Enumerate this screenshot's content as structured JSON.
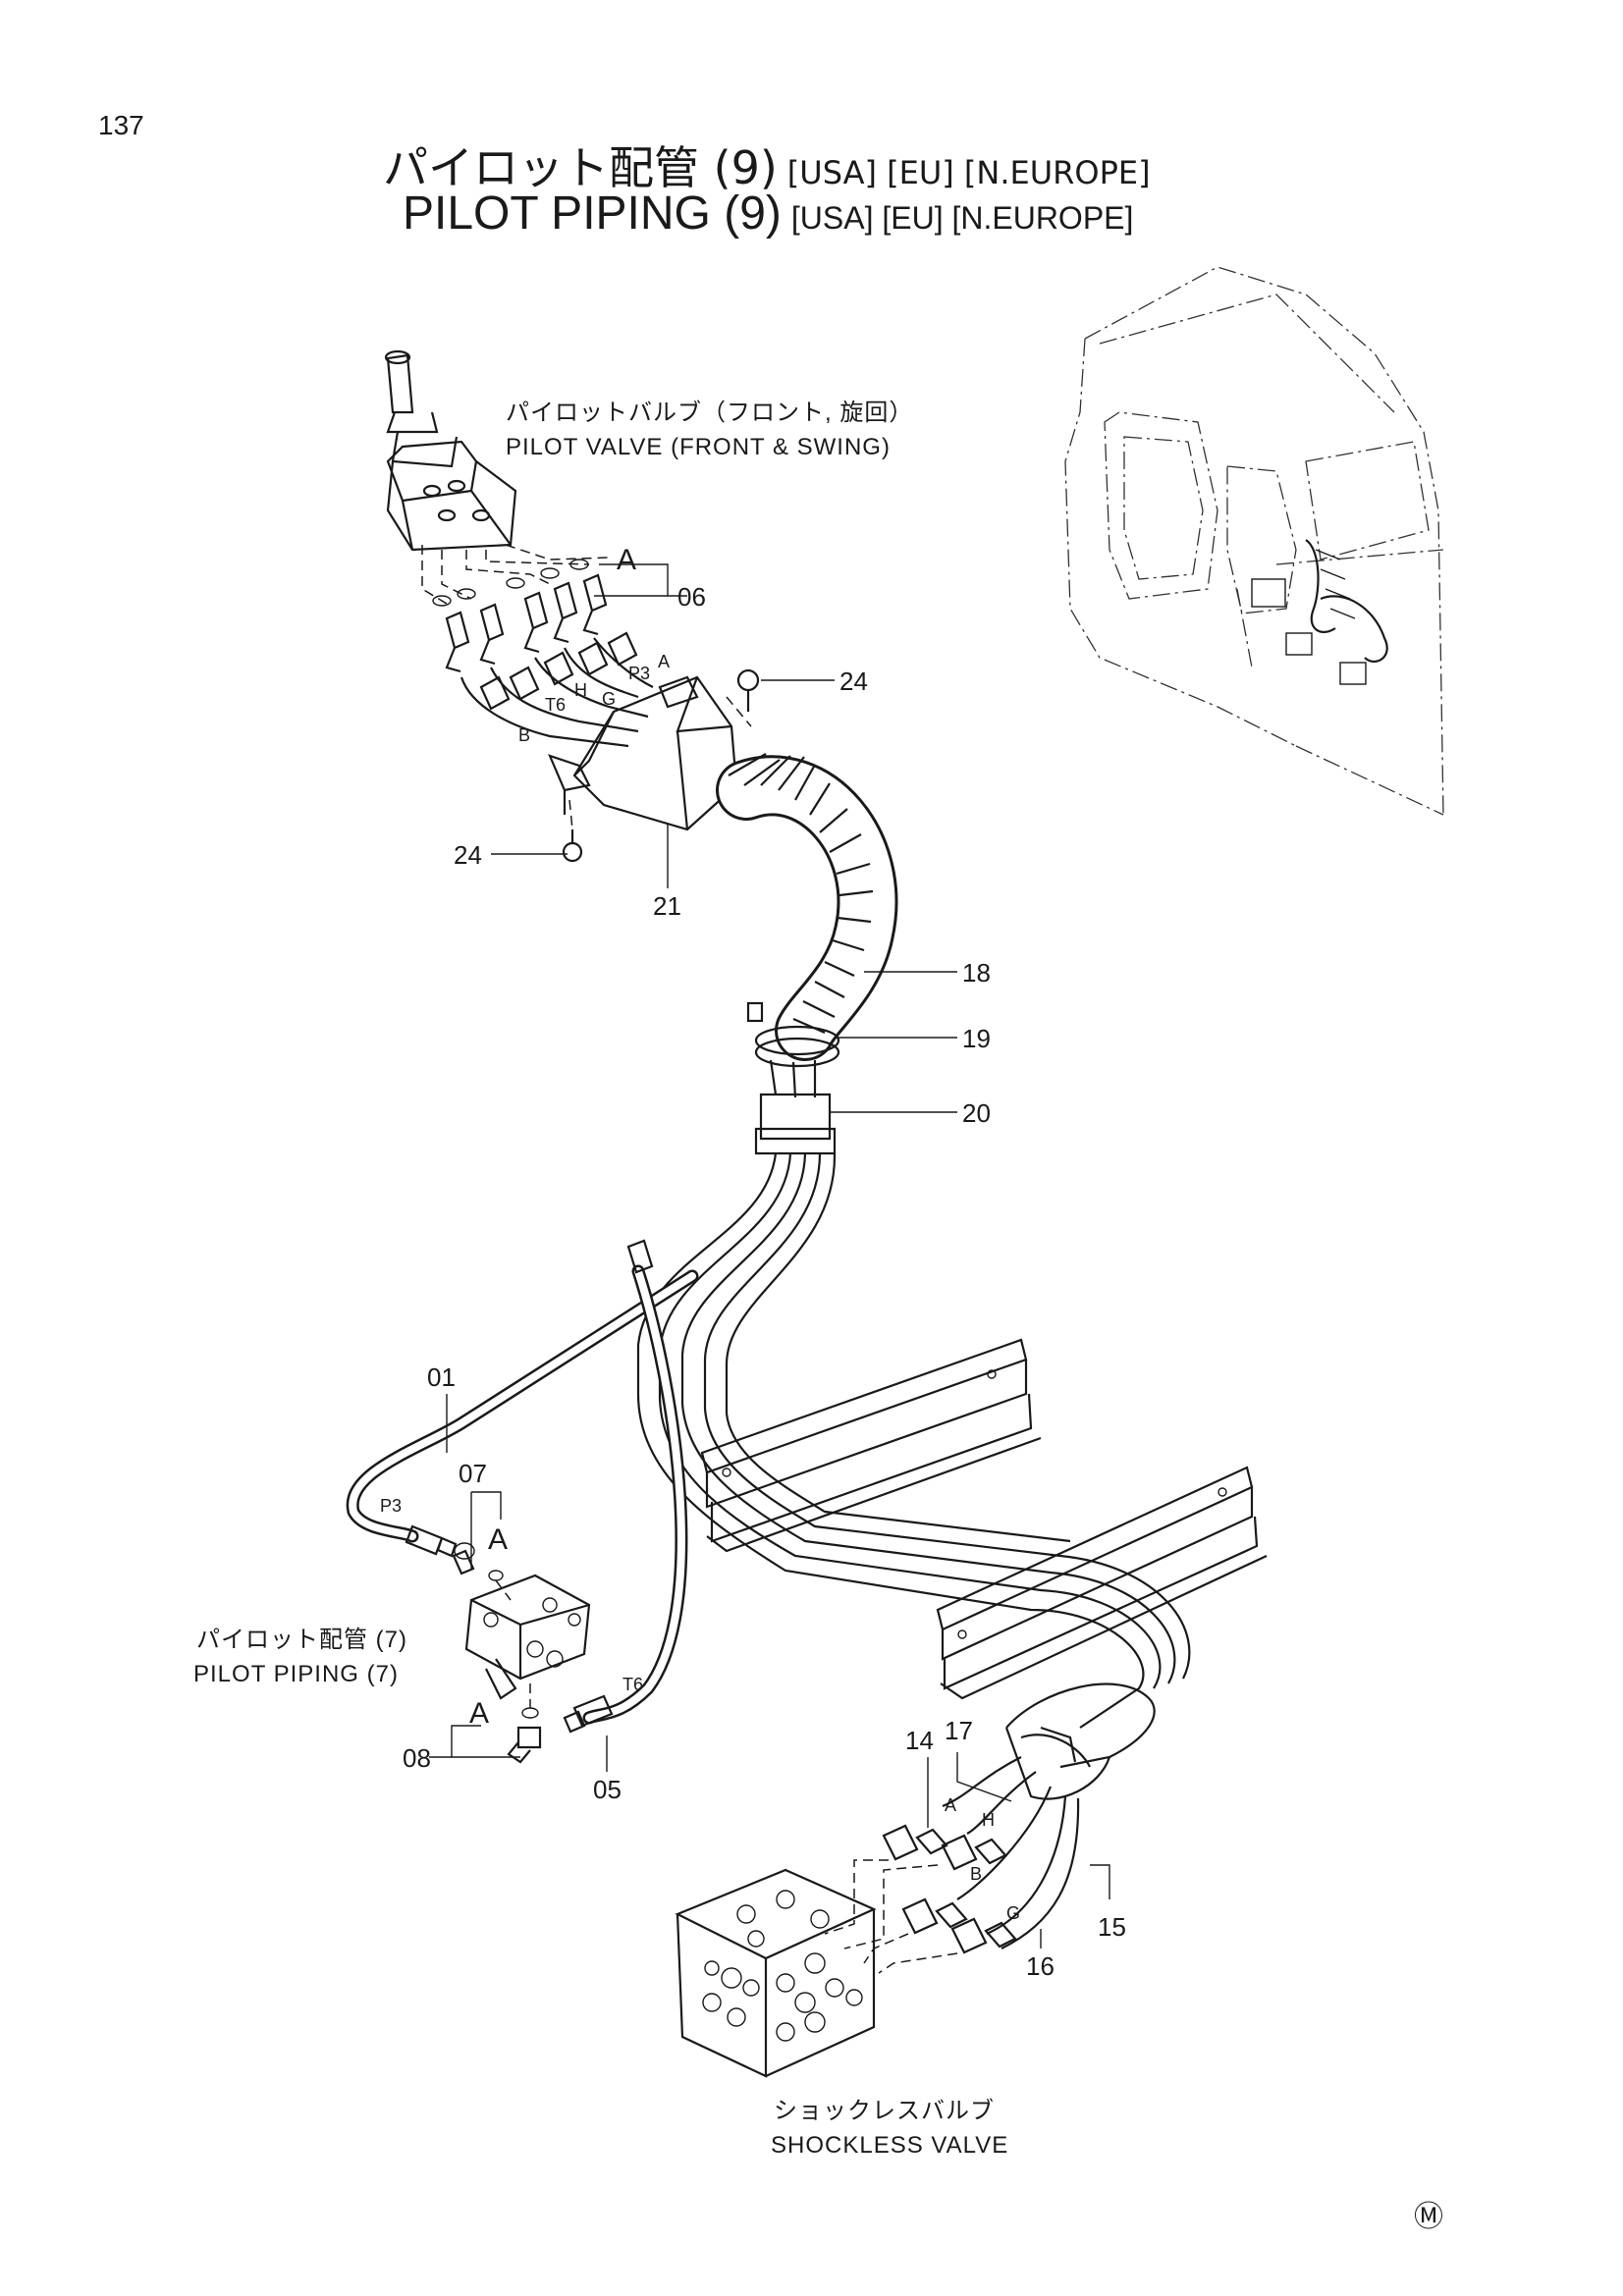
{
  "page_number": "137",
  "title": {
    "jp": "パイロット配管 (9)",
    "en": "PILOT PIPING (9)",
    "regions": "[USA] [EU] [N.EUROPE]"
  },
  "callouts": {
    "pilot_valve_jp": "パイロットバルブ（フロント, 旋回）",
    "pilot_valve_en": "PILOT VALVE (FRONT & SWING)",
    "pilot_piping_jp": "パイロット配管 (7)",
    "pilot_piping_en": "PILOT PIPING (7)",
    "shockless_jp": "ショックレスバルブ",
    "shockless_en": "SHOCKLESS VALVE"
  },
  "part_numbers": {
    "p01": "01",
    "p05": "05",
    "p06": "06",
    "p07": "07",
    "p08": "08",
    "p14": "14",
    "p15": "15",
    "p16": "16",
    "p17": "17",
    "p18": "18",
    "p19": "19",
    "p20": "20",
    "p21": "21",
    "p24a": "24",
    "p24b": "24"
  },
  "port_labels": {
    "p3_top": "P3",
    "a_top": "A",
    "t6_top": "T6",
    "h_top": "H",
    "g_top": "G",
    "b_top": "B",
    "p3_low": "P3",
    "t6_low": "T6",
    "a_bot": "A",
    "h_bot": "H",
    "b_bot": "B",
    "g_bot": "G"
  },
  "ref_letters": {
    "ref_top": "A",
    "ref_mid": "A",
    "ref_low": "A"
  },
  "manufacturer_mark": "Ⓜ"
}
